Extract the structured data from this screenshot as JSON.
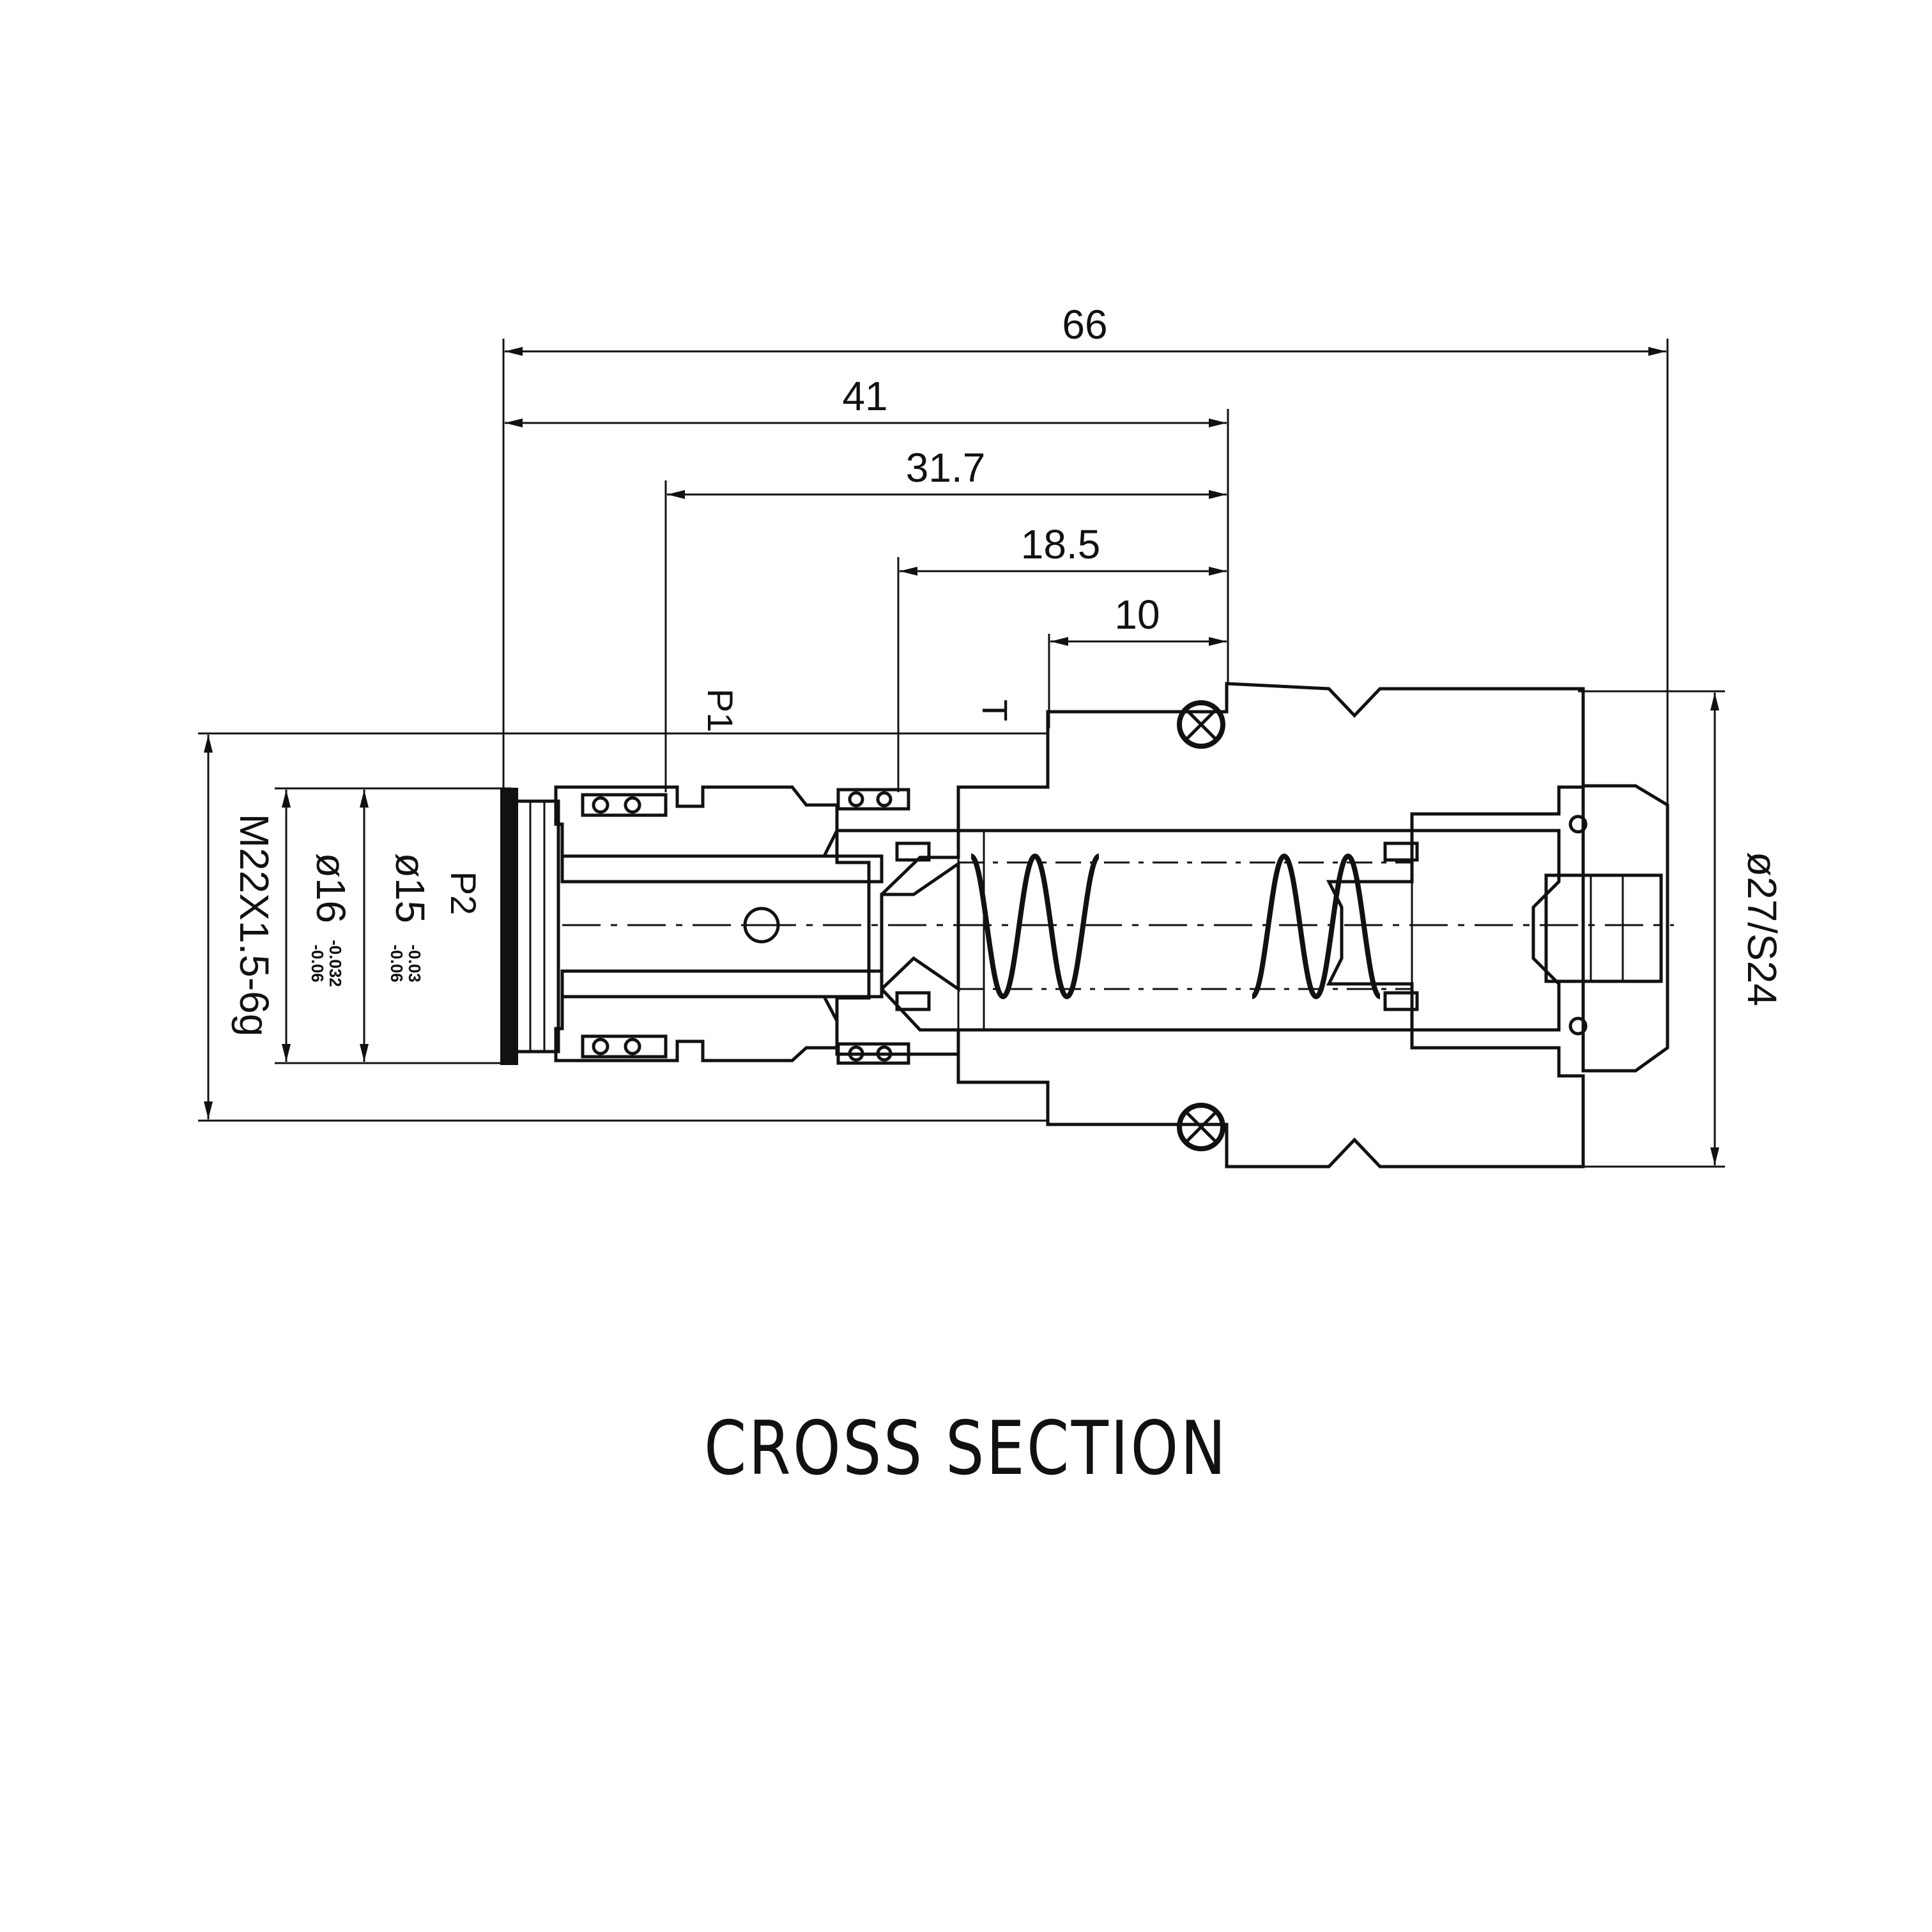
{
  "title": "CROSS SECTION",
  "dimensions": {
    "overall_length": "66",
    "length_41": "41",
    "length_31_7": "31.7",
    "length_18_5": "18.5",
    "length_10": "10",
    "thread": "M22X1.5-6g",
    "dia_16": "ø16",
    "dia_16_tol_upper": "-0.032",
    "dia_16_tol_lower": "-0.06",
    "dia_15": "ø15",
    "dia_15_tol_upper": "-0.03",
    "dia_15_tol_lower": "-0.06",
    "hex": "ø27/S24"
  },
  "ports": {
    "p1": "P1",
    "p2": "P2",
    "t": "T"
  },
  "colors": {
    "line": "#111111",
    "accent": "#8b1a1a"
  }
}
